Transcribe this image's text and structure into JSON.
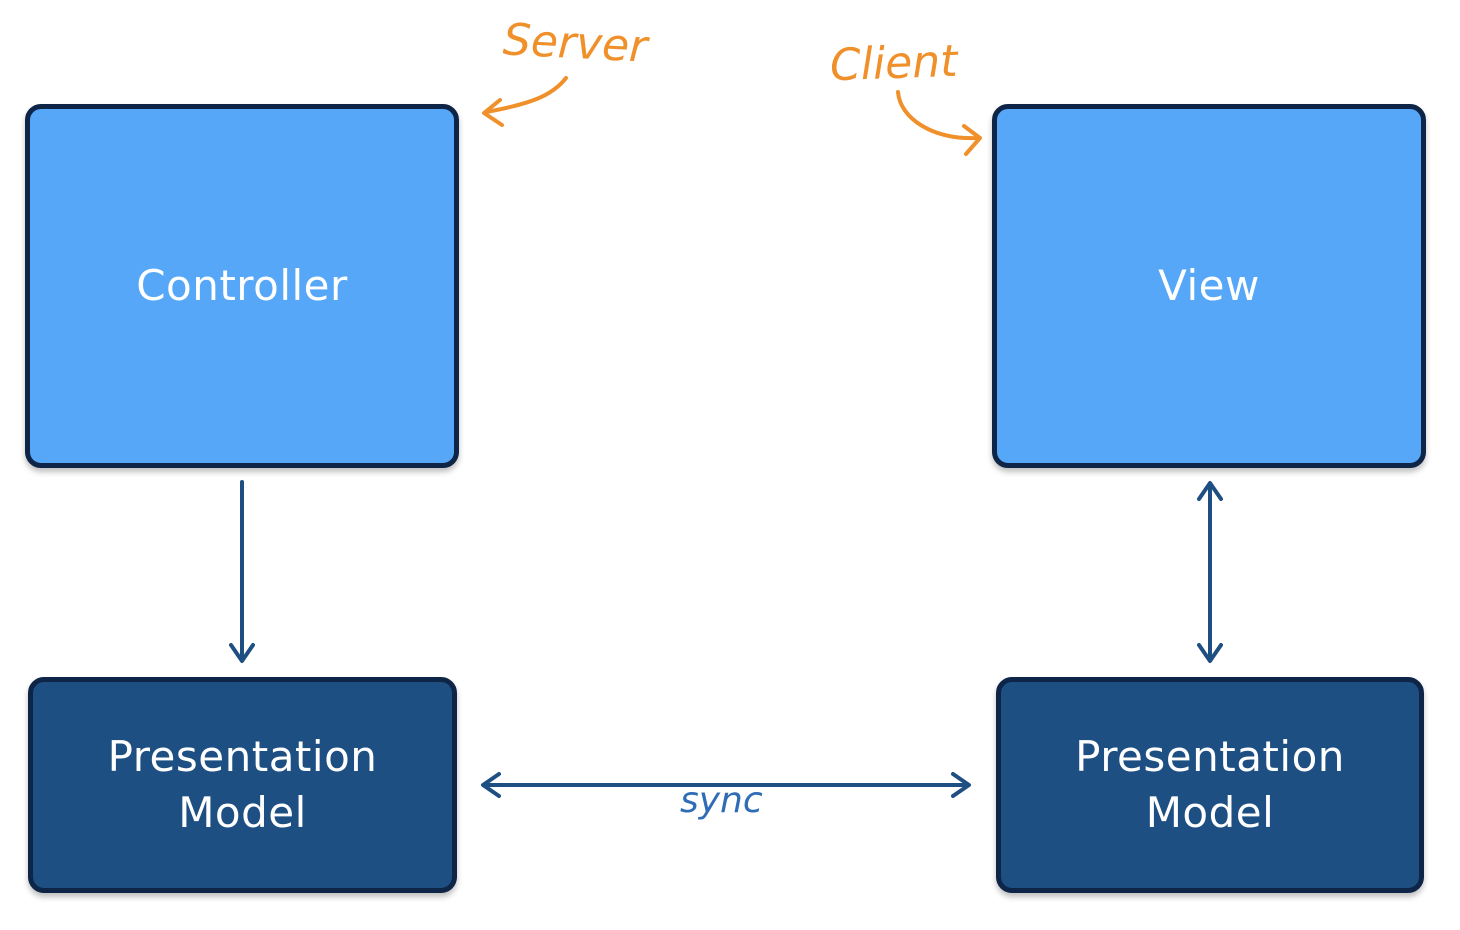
{
  "boxes": {
    "controller": "Controller",
    "view": "View",
    "pm_left": "Presentation\nModel",
    "pm_right": "Presentation\nModel"
  },
  "annotations": {
    "server": "Server",
    "client": "Client",
    "sync": "sync"
  },
  "colors": {
    "light_box": "#56a7f7",
    "dark_box": "#1d4f82",
    "border": "#0e2547",
    "arrow": "#1d4f82",
    "annotation_orange": "#f0902a",
    "annotation_blue": "#2e6db6"
  }
}
